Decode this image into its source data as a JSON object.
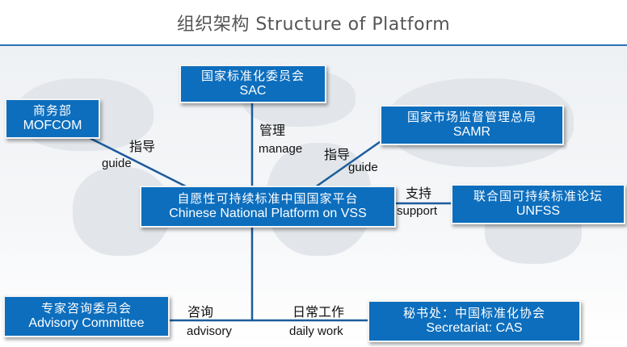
{
  "title": "组织架构 Structure of Platform",
  "nodes": {
    "center": {
      "zh": "自愿性可持续标准中国国家平台",
      "en": "Chinese National Platform on VSS"
    },
    "sac": {
      "zh": "国家标准化委员会",
      "en": "SAC"
    },
    "mofcom": {
      "zh": "商务部",
      "en": "MOFCOM"
    },
    "samr": {
      "zh": "国家市场监督管理总局",
      "en": "SAMR"
    },
    "unfss": {
      "zh": "联合国可持续标准论坛",
      "en": "UNFSS"
    },
    "advisory": {
      "zh": "专家咨询委员会",
      "en": "Advisory Committee"
    },
    "secretariat": {
      "zh": "秘书处：中国标准化协会",
      "en": "Secretariat: CAS"
    }
  },
  "edges": {
    "mofcom": {
      "zh": "指导",
      "en": "guide"
    },
    "sac": {
      "zh": "管理",
      "en": "manage"
    },
    "samr": {
      "zh": "指导",
      "en": "guide"
    },
    "unfss": {
      "zh": "支持",
      "en": "support"
    },
    "advisory": {
      "zh": "咨询",
      "en": "advisory"
    },
    "secretariat": {
      "zh": "日常工作",
      "en": "daily work"
    }
  },
  "colors": {
    "box": "#0d6ebd",
    "line": "#1b5d9c",
    "rule": "#2b73b8"
  }
}
